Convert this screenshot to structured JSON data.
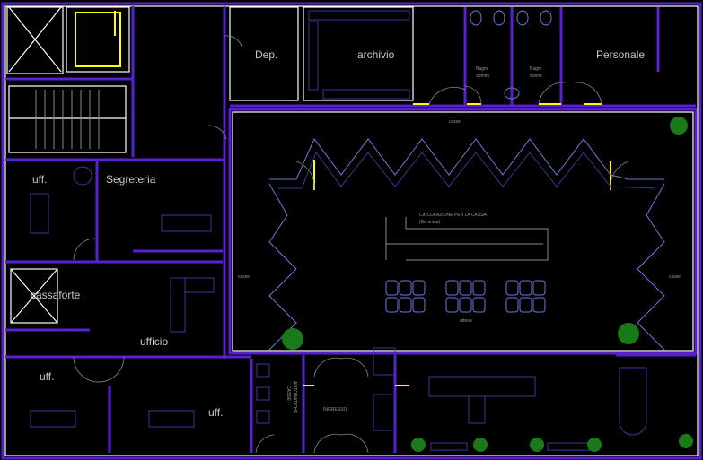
{
  "plan": {
    "rooms": {
      "deposito": "Dep.",
      "archivio": "archivio",
      "personale": "Personale",
      "bagni_uomini": [
        "Bagni",
        "uomini"
      ],
      "bagni_donne": [
        "Bagni",
        "donne"
      ],
      "uff_top_left": "uff.",
      "segreteria": "Segreteria",
      "cassaforte": "cassaforte",
      "ufficio": "ufficio",
      "uff_bottom_left": "uff.",
      "uff_bottom_mid": "uff."
    },
    "hall": {
      "casse_top": "casse",
      "casse_left": "casse",
      "casse_right": "casse",
      "circolazione_title": "CIRCOLAZIONE PER LA CASSA",
      "circolazione_note": "(file unica)",
      "attesa": "attesa",
      "ingresso": "INGRESSO",
      "casse_automatiche": [
        "CASSE",
        "AUTOMATICHE"
      ]
    },
    "colors": {
      "wall": "#5a1fd0",
      "furniture": "#3a3a9a",
      "door_frame": "#ffff00",
      "plant": "#1a7a1a"
    }
  }
}
